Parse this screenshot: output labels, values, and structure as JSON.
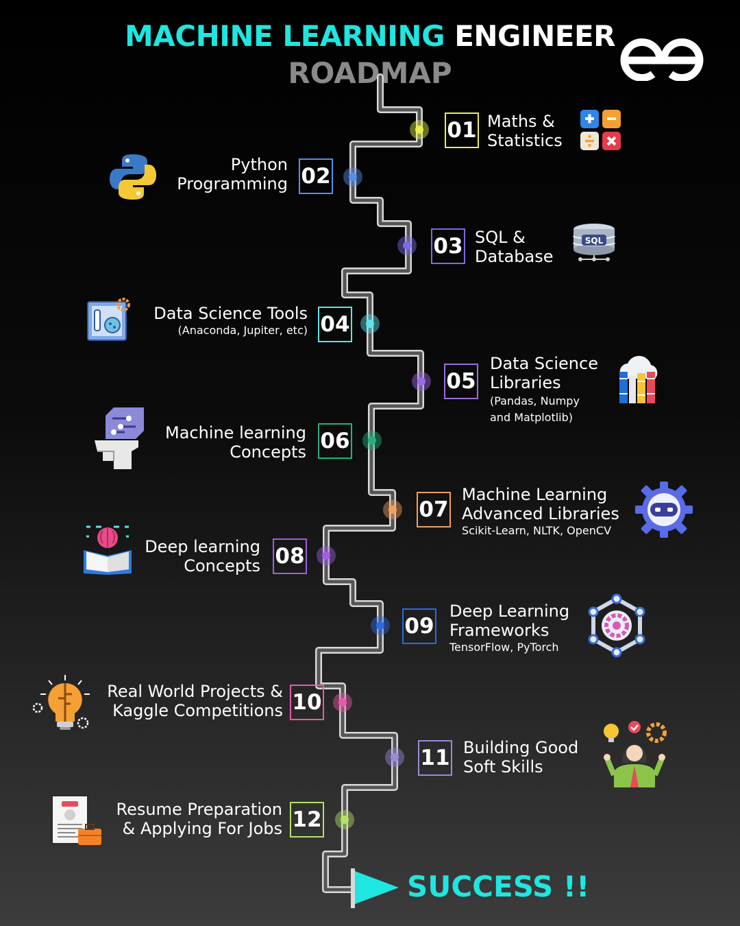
{
  "header": {
    "title_part1": "MACHINE LEARNING",
    "title_part2": "ENGINEER",
    "subtitle": "ROADMAP"
  },
  "colors": {
    "accent": "#1ee6e0",
    "steps": [
      "#e8f04a",
      "#5b8de6",
      "#7c6be6",
      "#5ee3e8",
      "#9b6be6",
      "#23b07a",
      "#f0a060",
      "#a060e0",
      "#2c6be0",
      "#e85aa8",
      "#9b8ad8",
      "#b6e06a"
    ]
  },
  "steps": [
    {
      "num": "01",
      "line1": "Maths &",
      "line2": "Statistics",
      "note": "",
      "icon": "math-operators-icon"
    },
    {
      "num": "02",
      "line1": "Python",
      "line2": "Programming",
      "note": "",
      "icon": "python-logo-icon"
    },
    {
      "num": "03",
      "line1": "SQL &",
      "line2": "Database",
      "note": "",
      "icon": "sql-database-icon"
    },
    {
      "num": "04",
      "line1": "Data Science Tools",
      "line2": "",
      "note": "(Anaconda, Jupiter, etc)",
      "icon": "lab-tools-icon"
    },
    {
      "num": "05",
      "line1": "Data Science",
      "line2": "Libraries",
      "note": "(Pandas, Numpy",
      "note2": "and Matplotlib)",
      "icon": "cloud-library-icon"
    },
    {
      "num": "06",
      "line1": "Machine learning",
      "line2": "Concepts",
      "note": "",
      "icon": "ai-head-icon"
    },
    {
      "num": "07",
      "line1": "Machine Learning",
      "line2": "Advanced Libraries",
      "note": "Scikit-Learn, NLTK, OpenCV",
      "icon": "robot-gear-icon"
    },
    {
      "num": "08",
      "line1": "Deep learning",
      "line2": "Concepts",
      "note": "",
      "icon": "brain-book-icon"
    },
    {
      "num": "09",
      "line1": "Deep Learning",
      "line2": "Frameworks",
      "note": "TensorFlow, PyTorch",
      "icon": "network-gear-icon"
    },
    {
      "num": "10",
      "line1": "Real World Projects &",
      "line2": "Kaggle Competitions",
      "note": "",
      "icon": "lightbulb-idea-icon"
    },
    {
      "num": "11",
      "line1": "Building Good",
      "line2": "Soft Skills",
      "note": "",
      "icon": "person-skills-icon"
    },
    {
      "num": "12",
      "line1": "Resume Preparation",
      "line2": "& Applying For Jobs",
      "note": "",
      "icon": "resume-briefcase-icon"
    }
  ],
  "finish": {
    "label": "SUCCESS !!"
  },
  "icons": {
    "logo": "gfg-logo-icon",
    "flag": "finish-flag-icon"
  }
}
